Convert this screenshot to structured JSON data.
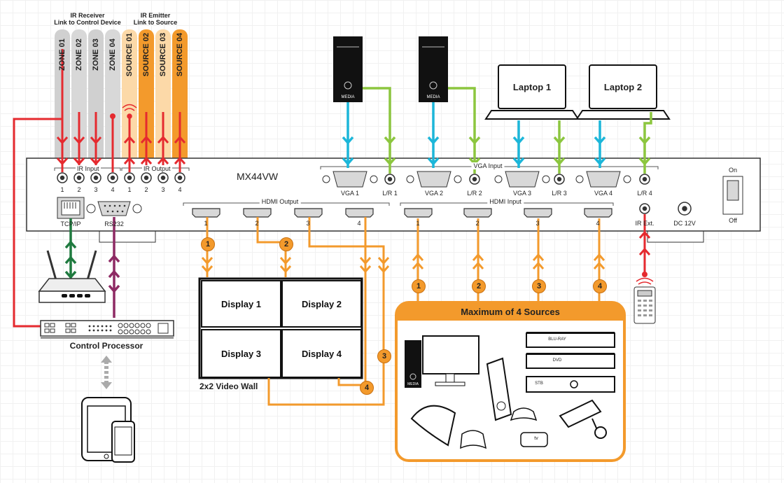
{
  "header": {
    "ir_receiver_title": "IR Receiver",
    "ir_receiver_sub": "Link to Control Device",
    "ir_emitter_title": "IR Emitter",
    "ir_emitter_sub": "Link to Source"
  },
  "zones": [
    "ZONE 01",
    "ZONE 02",
    "ZONE 03",
    "ZONE 04"
  ],
  "sources": [
    "SOURCE 01",
    "SOURCE 02",
    "SOURCE 03",
    "SOURCE 04"
  ],
  "device": {
    "model": "MX44VW",
    "ir_input_label": "IR Input",
    "ir_output_label": "IR Output",
    "ir_input_ports": [
      "1",
      "2",
      "3",
      "4"
    ],
    "ir_output_ports": [
      "1",
      "2",
      "3",
      "4"
    ],
    "tcpip_label": "TCP/IP",
    "rs232_label": "RS232",
    "hdmi_output_label": "HDMI Output",
    "hdmi_output_ports": [
      "1",
      "2",
      "3",
      "4"
    ],
    "hdmi_input_label": "HDMI Input",
    "hdmi_input_ports": [
      "1",
      "2",
      "3",
      "4"
    ],
    "vga_input_label": "VGA Input",
    "vga_ports": [
      "VGA 1",
      "VGA 2",
      "VGA 3",
      "VGA 4"
    ],
    "lr_ports": [
      "L/R 1",
      "L/R 2",
      "L/R 3",
      "L/R 4"
    ],
    "ir_ext_label": "IR Ext.",
    "dc_label": "DC 12V",
    "power_on": "On",
    "power_off": "Off"
  },
  "pcs": [
    {
      "label": "MEDIA"
    },
    {
      "label": "MEDIA"
    }
  ],
  "laptops": [
    "Laptop 1",
    "Laptop 2"
  ],
  "video_wall": {
    "displays": [
      "Display 1",
      "Display 2",
      "Display 3",
      "Display 4"
    ],
    "caption": "2x2 Video Wall"
  },
  "control_processor": {
    "label": "Control Processor"
  },
  "sources_box": {
    "title": "Maximum of 4 Sources",
    "bluray": "BLU-RAY",
    "dvd": "DVD",
    "stb": "STB",
    "pc_tower": "MEDIA",
    "appletv": "tv"
  },
  "markers": {
    "output": [
      "1",
      "2",
      "3",
      "4"
    ],
    "input": [
      "1",
      "2",
      "3",
      "4"
    ]
  },
  "colors": {
    "orange": "#f39a2c",
    "red": "#e52a2f",
    "green_dark": "#1f7a3f",
    "purple": "#8e2a64",
    "cyan": "#1cb6d9",
    "lime": "#8cc63f",
    "gray_band": "#d2d2d2",
    "orange_band_light": "#fcd9a8"
  }
}
